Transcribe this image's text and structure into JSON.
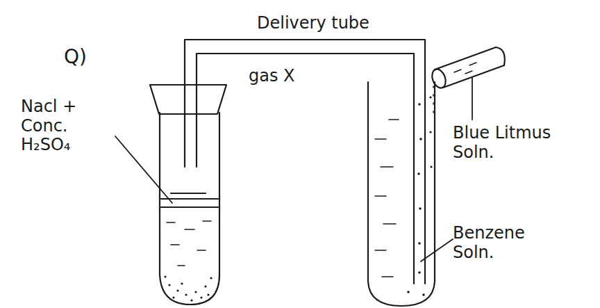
{
  "diagram": {
    "labels": [
      "Q)",
      "Delivery tube",
      "gas X",
      "Nacl + Conc. H₂SO₄",
      "Benzene Soln.",
      "Blue Litmus Soln."
    ]
  }
}
